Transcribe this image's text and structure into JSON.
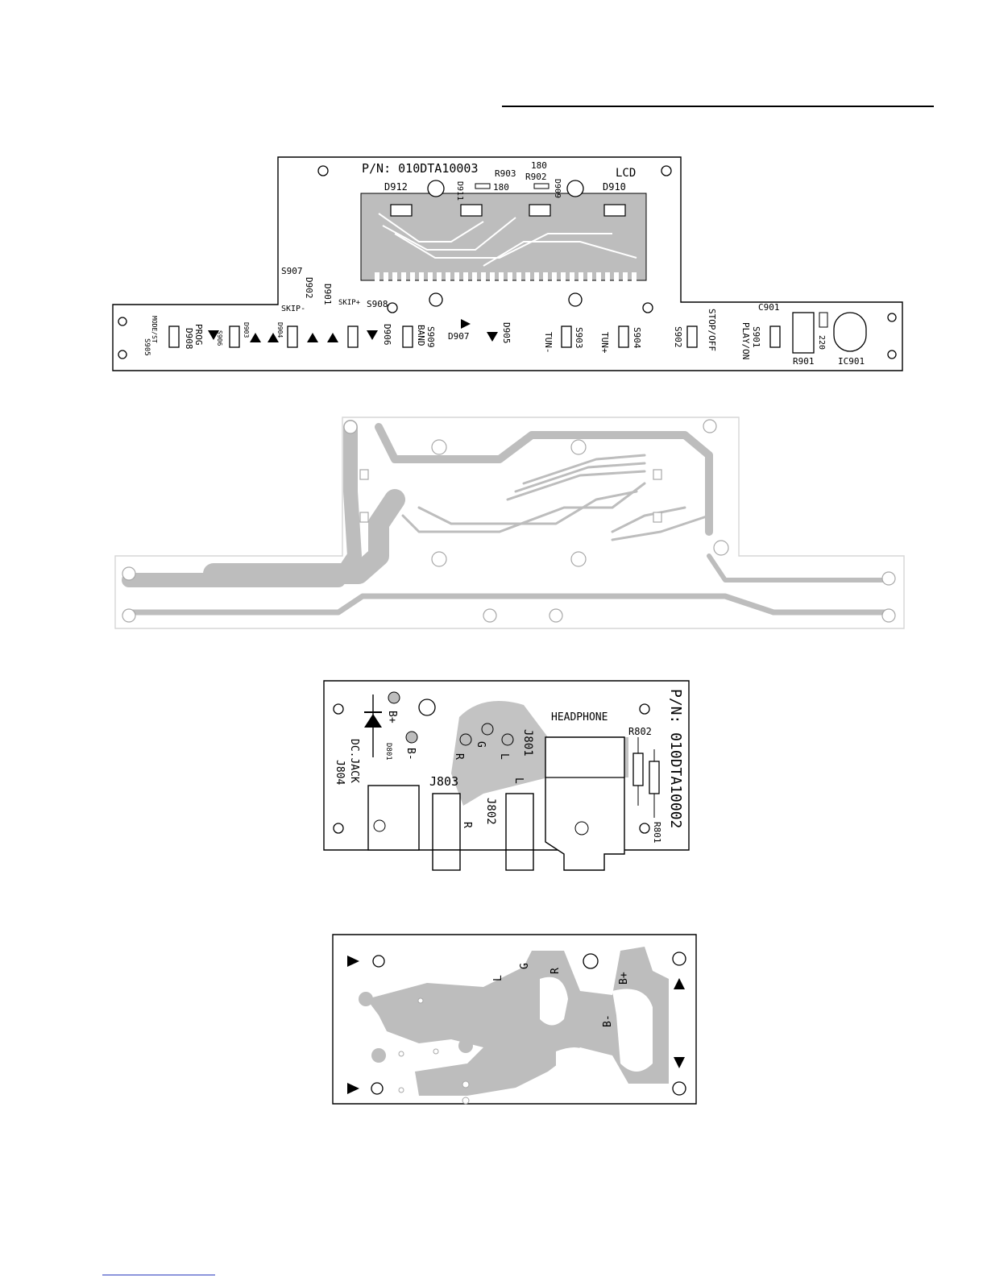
{
  "lcd_board": {
    "part_number": "P/N: 010DTA10003",
    "lcd": "LCD",
    "r903": "R903",
    "r903_value": "180",
    "r902": "R902",
    "r902_value": "180",
    "d909": "D909",
    "d910": "D910",
    "d911": "D911",
    "d912": "D912",
    "s907": "S907",
    "skip_minus": "SKIP-",
    "d902": "D902",
    "d901": "D901",
    "skip_plus": "SKIP+",
    "s908": "S908",
    "c901": "C901",
    "s905": "S905",
    "mode_st": "MODE/ST",
    "d908": "D908",
    "prog": "PROG",
    "s906": "S906",
    "d903": "D903",
    "d904": "D904",
    "d906": "D906",
    "band": "BAND",
    "s909": "S909",
    "d907": "D907",
    "d905": "D905",
    "tun_minus": "TUN-",
    "s903": "S903",
    "tun_plus": "TUN+",
    "s904": "S904",
    "s902": "S902",
    "stop_off": "STOP/OFF",
    "play_on": "PLAY/ON",
    "s901": "S901",
    "r901": "R901",
    "r901_value": "220",
    "ic901": "IC901"
  },
  "jack_board": {
    "part_number": "P/N: 010DTA10002",
    "headphone": "HEADPHONE",
    "b_plus": "B+",
    "b_minus": "B-",
    "d801": "D801",
    "dc_jack": "DC.JACK",
    "j804": "J804",
    "r_pad": "R",
    "g_pad": "G",
    "l_pad": "L",
    "j801": "J801",
    "j803": "J803",
    "l_jack": "L",
    "r_jack": "R",
    "j802": "J802",
    "r802": "R802",
    "r801": "R801"
  },
  "jack_copper": {
    "l": "L",
    "g": "G",
    "r": "R",
    "b_plus": "B+",
    "b_minus": "B-"
  }
}
